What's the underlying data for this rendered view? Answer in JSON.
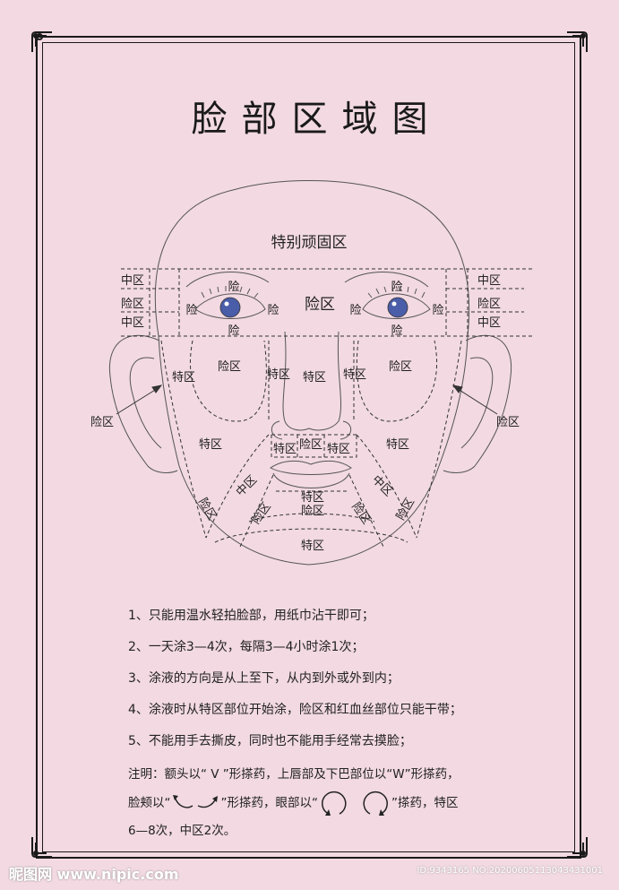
{
  "title": "脸部区域图",
  "diagram": {
    "top_label": "特别顽固区",
    "forehead_center": "险区",
    "left_bands": [
      "中区",
      "险区",
      "中区"
    ],
    "right_bands": [
      "中区",
      "险区",
      "中区"
    ],
    "eye_mark": "险",
    "cheek_left": "险区",
    "cheek_right": "险区",
    "special_left": "特区",
    "special_mid_left": "特区",
    "special_nose": "特区",
    "special_mid_right": "特区",
    "ear_left": "险区",
    "ear_right": "险区",
    "lower_cheek_left": "特区",
    "lower_cheek_right": "特区",
    "upper_lip_left": "特区",
    "upper_lip_mid": "险区",
    "upper_lip_right": "特区",
    "jaw_left": "险区",
    "jaw_right": "险区",
    "mid_left": "中区",
    "mid_right": "中区",
    "chin_special": "特区",
    "chin_danger": "险区",
    "chin_left": "险区",
    "chin_right": "险区",
    "chin_bottom": "特区"
  },
  "notes": [
    "1、只能用温水轻拍脸部，用纸巾沾干即可；",
    "2、一天涂3—4次，每隔3—4小时涂1次；",
    "3、涂液的方向是从上至下，从内到外或外到内；",
    "4、涂液时从特区部位开始涂，险区和红血丝部位只能干带；",
    "5、不能用手去撕皮，同时也不能用手经常去摸脸；"
  ],
  "remark": {
    "line1": "注明：额头以“  V  ”形搽药，上唇部及下巴部位以“W”形搽药，",
    "line2_a": "脸颊以“",
    "line2_b": "”形搽药，眼部以“",
    "line2_c": "”搽药，特区",
    "line3": "6—8次，中区2次。"
  },
  "watermark": {
    "site": "昵图网 www.nipic.com",
    "id": "ID:9343165 NO:20200605113043431001"
  },
  "colors": {
    "background": "#f2d9e2",
    "line": "#555555",
    "iris": "#4a5da8"
  }
}
